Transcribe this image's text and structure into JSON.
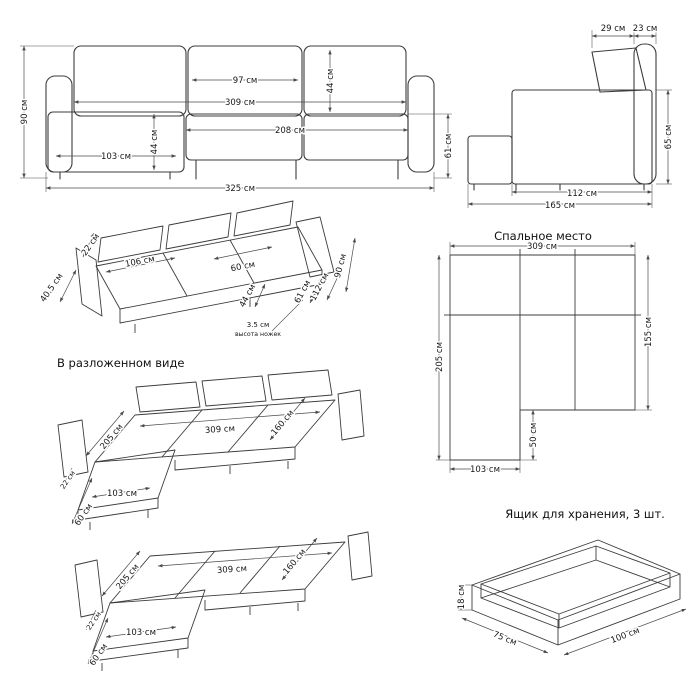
{
  "front": {
    "h90": "90 см",
    "w97": "97 см",
    "h44_back": "44 см",
    "w309": "309 см",
    "w208": "208 см",
    "w103": "103 см",
    "h44_seat": "44 см",
    "w325": "325 см",
    "h61": "61 см"
  },
  "side": {
    "t29": "29 см",
    "t23": "23 см",
    "h65": "65 см",
    "d112": "112 см",
    "d165": "165 см"
  },
  "persp": {
    "h22": "22 см",
    "w106": "106 см",
    "w40_5": "40.5 см",
    "w60": "60 см",
    "h44": "44 см",
    "h61": "61 см",
    "d112": "112 см",
    "h90": "90 см",
    "legs_h": "3.5 см",
    "legs_label": "высота ножек"
  },
  "sleeping": {
    "title": "Спальное место",
    "w309": "309 см",
    "h205": "205 см",
    "h155": "155 см",
    "h50": "50 см",
    "w103": "103 см"
  },
  "unfolded": {
    "title": "В разложенном виде",
    "view1": {
      "d205": "205 см",
      "w309": "309 см",
      "d160": "160 см",
      "w103": "103 см",
      "h60": "60 см",
      "h22": "22 см"
    },
    "view2": {
      "d205": "205 см",
      "w309": "309 см",
      "d160": "160 см",
      "w103": "103 см",
      "h60": "60 см",
      "h22": "22 см"
    }
  },
  "storage": {
    "title": "Ящик для хранения, 3 шт.",
    "h18": "18 см",
    "d75": "75 см",
    "w100": "100 см"
  }
}
